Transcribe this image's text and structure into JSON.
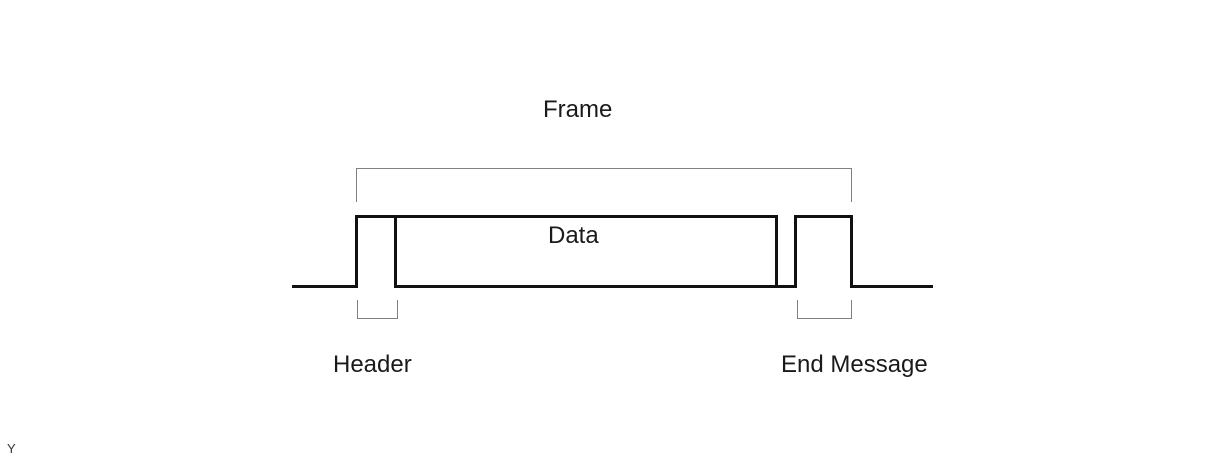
{
  "diagram": {
    "type": "frame-structure-waveform",
    "title": "Frame",
    "labels": {
      "frame": "Frame",
      "data": "Data",
      "header": "Header",
      "end_message": "End Message",
      "corner": "Y"
    },
    "colors": {
      "background": "#ffffff",
      "waveform": "#111111",
      "bracket": "#808080",
      "text": "#1a1a1a"
    }
  }
}
